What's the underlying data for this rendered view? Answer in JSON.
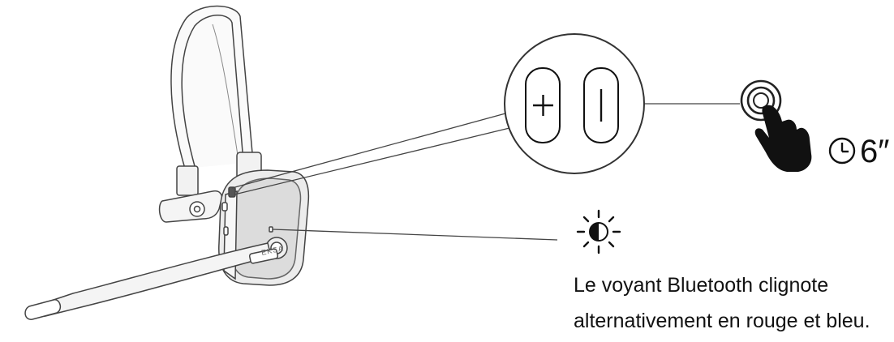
{
  "illustration": {
    "brand_text": "EKSA",
    "button_plus_glyph": "+",
    "button_power_glyph": "I",
    "icons": [
      "headset-illustration",
      "plus-button-icon",
      "power-button-icon",
      "finger-press-icon",
      "clock-icon",
      "led-light-icon"
    ]
  },
  "instruction": {
    "hold_duration": "6″",
    "led_text_line1": "Le voyant Bluetooth clignote",
    "led_text_line2": "alternativement en rouge et bleu."
  },
  "colors": {
    "line": "#444444",
    "ink": "#111111",
    "earcup": "#e8e8e8"
  }
}
